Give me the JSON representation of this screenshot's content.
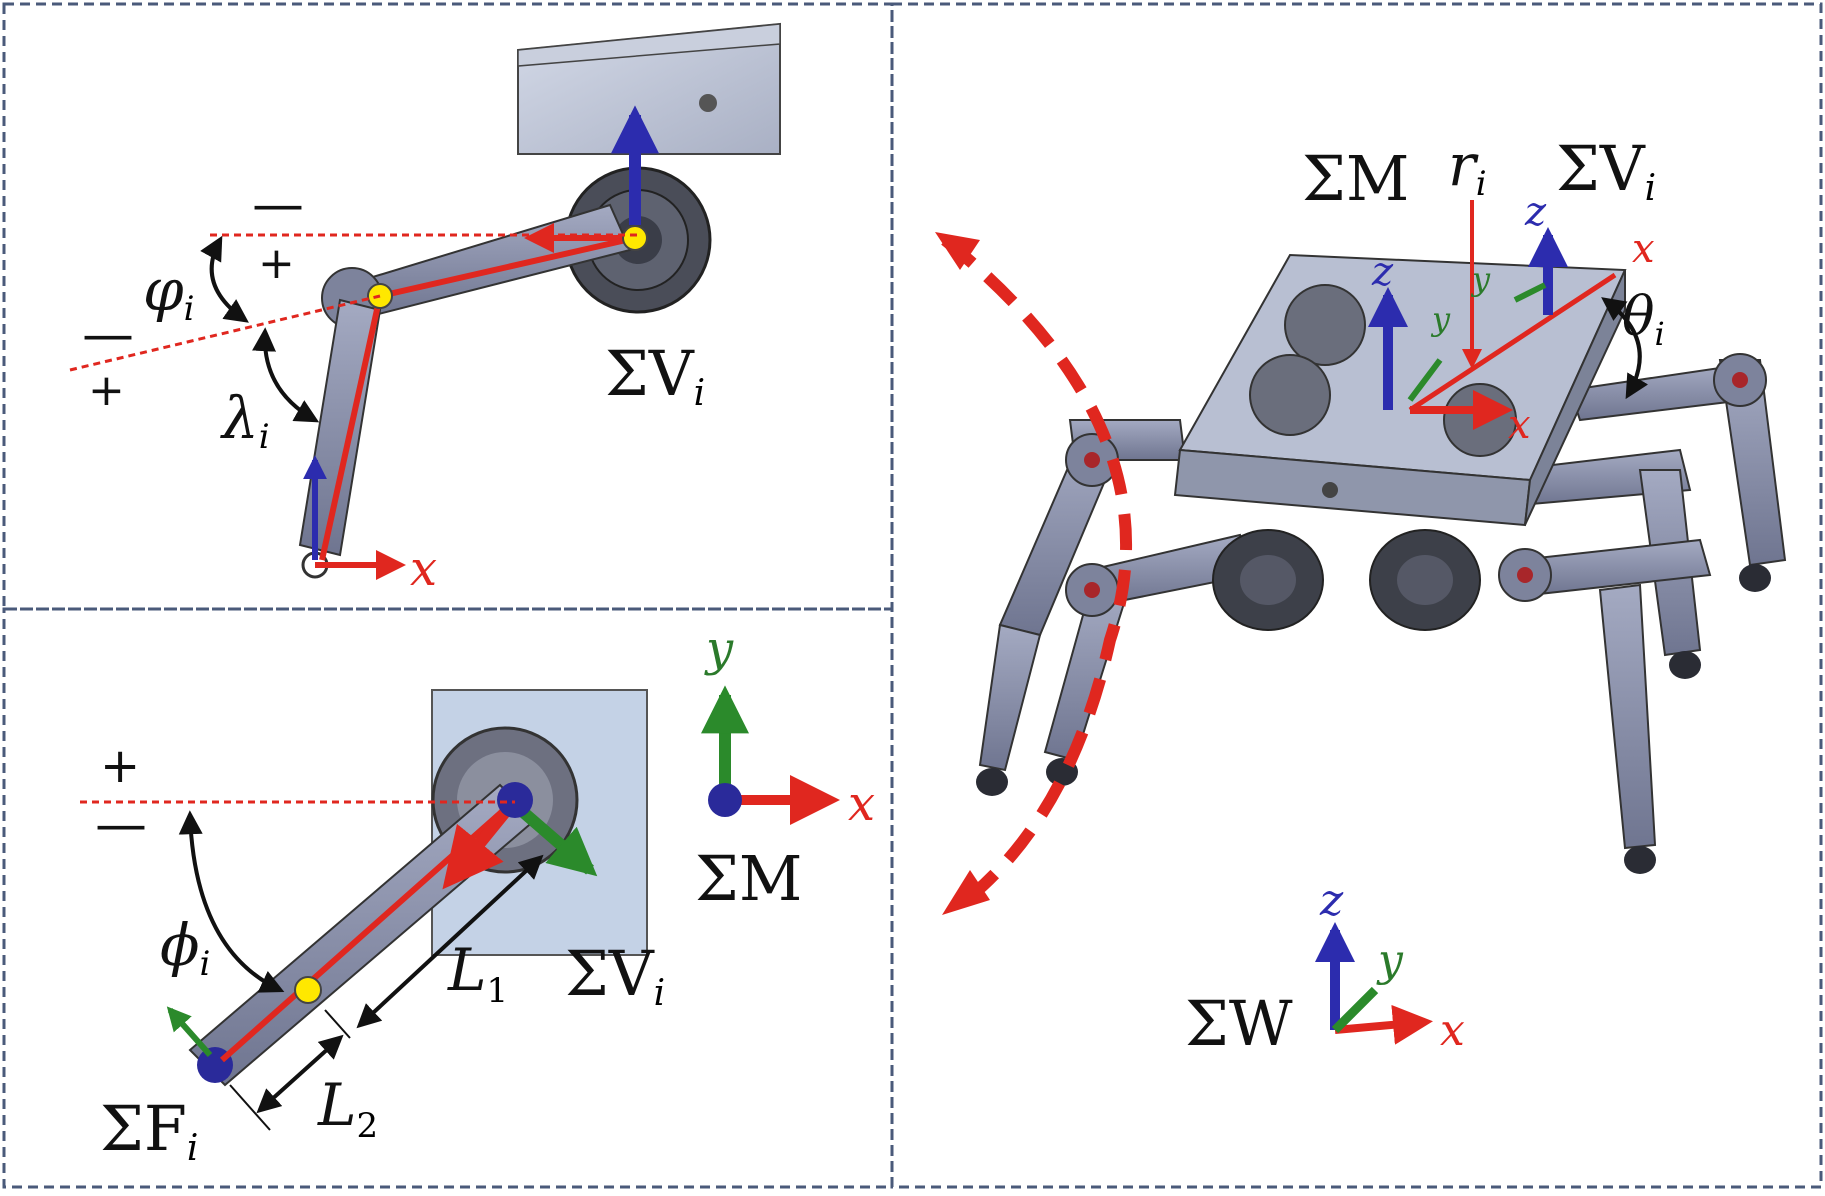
{
  "panels": {
    "top_left": {
      "frame_label": "ΣV",
      "frame_sub": "i",
      "angle_phi": "φ",
      "angle_phi_sub": "i",
      "angle_lambda": "λ",
      "angle_lambda_sub": "i",
      "axis_x": "x",
      "sign_minus_top": "—",
      "sign_plus_top": "+",
      "sign_minus_left": "—",
      "sign_plus_left": "+"
    },
    "bottom_left": {
      "frame_m": "ΣM",
      "frame_v": "ΣV",
      "frame_v_sub": "i",
      "frame_f": "ΣF",
      "frame_f_sub": "i",
      "angle_phi": "ϕ",
      "angle_phi_sub": "i",
      "len_l1": "L",
      "len_l1_sub": "1",
      "len_l2": "L",
      "len_l2_sub": "2",
      "axis_x": "x",
      "axis_y": "y",
      "sign_plus": "+",
      "sign_minus": "—"
    },
    "right": {
      "frame_m": "ΣM",
      "frame_v": "ΣV",
      "frame_v_sub": "i",
      "frame_w": "ΣW",
      "r_label": "r",
      "r_sub": "i",
      "theta": "θ",
      "theta_sub": "i",
      "axis_x_top": "x",
      "axis_x_body": "x",
      "axis_z_left": "z",
      "axis_z_right": "z",
      "axis_y_small": "y",
      "axis_y_small2": "y",
      "world_z": "z",
      "world_y": "y",
      "world_x": "x"
    }
  },
  "colors": {
    "frame_border": "#4a5a7a",
    "red": "#e0271f",
    "blue": "#2c2cae",
    "green": "#2b8a2b",
    "robot_body": "#8a90a8",
    "robot_dark": "#3a3d48"
  }
}
